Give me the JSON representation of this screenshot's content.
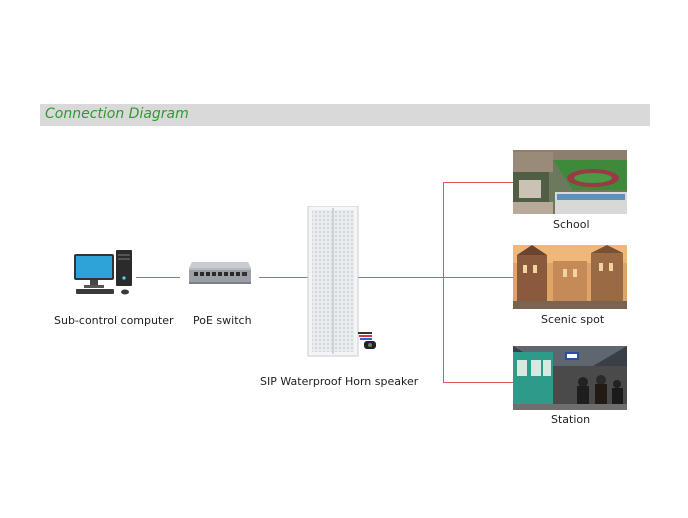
{
  "title": "Connection Diagram",
  "nodes": {
    "computer": "Sub-control computer",
    "switch": "PoE switch",
    "speaker": "SIP Waterproof Horn speaker",
    "school": "School",
    "scenic": "Scenic spot",
    "station": "Station"
  },
  "colors": {
    "title_text": "#2f9a2f",
    "title_bar": "#d9d9d9",
    "connector": "#e05a5a"
  }
}
